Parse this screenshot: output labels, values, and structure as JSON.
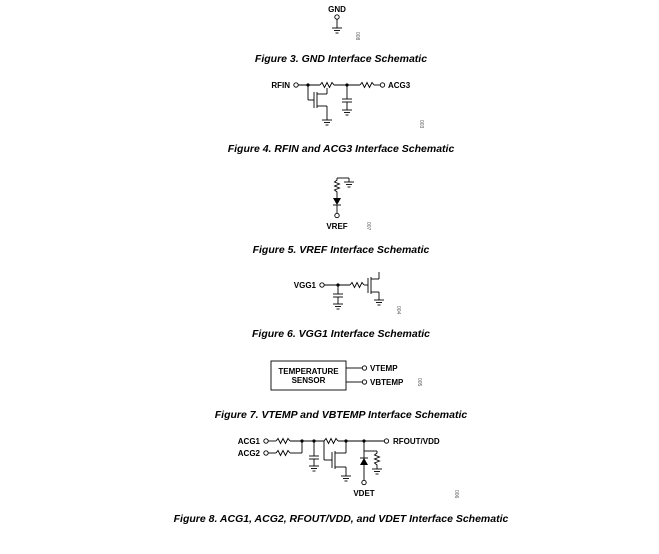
{
  "fig3": {
    "gnd_label": "GND",
    "caption": "Figure 3. GND Interface Schematic",
    "code": "008"
  },
  "fig4": {
    "rfin_label": "RFIN",
    "acg3_label": "ACG3",
    "caption": "Figure 4. RFIN and ACG3 Interface Schematic",
    "code": "003"
  },
  "fig5": {
    "vref_label": "VREF",
    "caption": "Figure 5. VREF Interface Schematic",
    "code": "007"
  },
  "fig6": {
    "vgg1_label": "VGG1",
    "caption": "Figure 6. VGG1 Interface Schematic",
    "code": "004"
  },
  "fig7": {
    "block_line1": "TEMPERATURE",
    "block_line2": "SENSOR",
    "vtemp_label": "VTEMP",
    "vbtemp_label": "VBTEMP",
    "caption": "Figure 7. VTEMP and VBTEMP Interface Schematic",
    "code": "005"
  },
  "fig8": {
    "acg1_label": "ACG1",
    "acg2_label": "ACG2",
    "rfout_label": "RFOUT/VDD",
    "vdet_label": "VDET",
    "caption": "Figure 8. ACG1, ACG2, RFOUT/VDD, and VDET Interface Schematic",
    "code": "006"
  }
}
